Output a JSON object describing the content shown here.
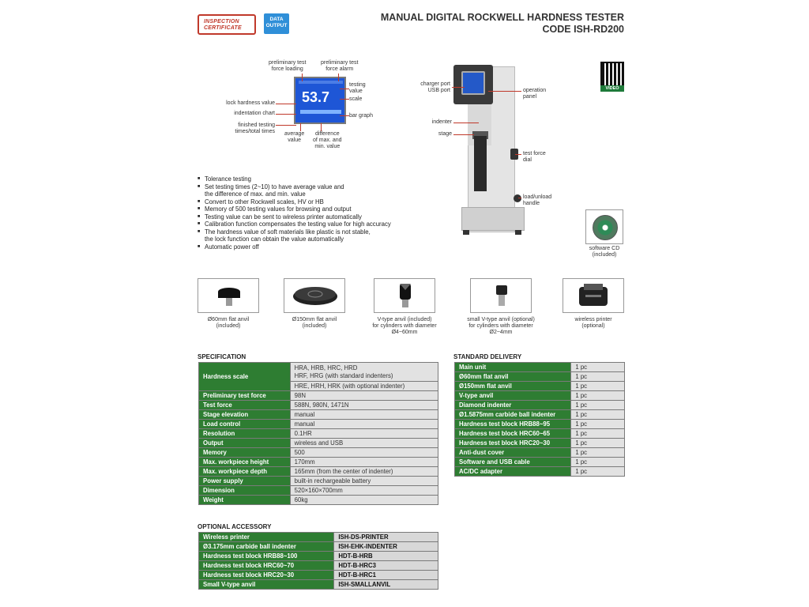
{
  "header": {
    "logo_line1": "INSPECTION",
    "logo_line2": "CERTIFICATE",
    "data_line1": "DATA",
    "data_line2": "OUTPUT",
    "title_line1": "MANUAL DIGITAL ROCKWELL HARDNESS TESTER",
    "title_line2": "CODE ISH-RD200"
  },
  "screen": {
    "value": "53.7",
    "labels": {
      "pre_loading_1": "preliminary test",
      "pre_loading_2": "force loading",
      "pre_alarm_1": "preliminary test",
      "pre_alarm_2": "force alarm",
      "testing_value_1": "testing",
      "testing_value_2": "value",
      "scale": "scale",
      "bar_graph": "bar graph",
      "lock_value": "lock hardness value",
      "indentation_chart": "indentation chart",
      "finished_1": "finished testing",
      "finished_2": "times/total times",
      "average_1": "average",
      "average_2": "value",
      "difference_1": "difference",
      "difference_2": "of max. and",
      "difference_3": "min. value"
    }
  },
  "machine": {
    "labels": {
      "charger_port": "charger port",
      "usb_port": "USB port",
      "operation_1": "operation",
      "operation_2": "panel",
      "indenter": "indenter",
      "stage": "stage",
      "dial_1": "test force",
      "dial_2": "dial",
      "handle_1": "load/unload",
      "handle_2": "handle"
    },
    "qr_tag": "VIDEO"
  },
  "features": [
    "Tolerance testing",
    "Set testing times (2~10) to have average value and",
    "the difference of max. and min. value",
    "Convert to other Rockwell scales, HV or HB",
    "Memory of 500 testing values for browsing and output",
    "Testing value can be sent to wireless printer automatically",
    "Calibration function compensates the testing value for high accuracy",
    "The hardness value of soft materials like plastic is not stable,",
    "the lock function can obtain the value automatically",
    "Automatic power off"
  ],
  "software_cd": {
    "line1": "software CD",
    "line2": "(included)"
  },
  "accessories": [
    {
      "line1": "Ø60mm flat anvil",
      "line2": "(included)",
      "line3": ""
    },
    {
      "line1": "Ø150mm flat anvil",
      "line2": "(included)",
      "line3": ""
    },
    {
      "line1": "V-type anvil (included)",
      "line2": "for cylinders with diameter",
      "line3": "Ø4~60mm"
    },
    {
      "line1": "small V-type anvil (optional)",
      "line2": "for cylinders with diameter",
      "line3": "Ø2~4mm"
    },
    {
      "line1": "wireless printer",
      "line2": "(optional)",
      "line3": ""
    }
  ],
  "specification": {
    "title": "SPECIFICATION",
    "hardness_scale": {
      "key": "Hardness scale",
      "v1": "HRA, HRB, HRC, HRD",
      "v2": "HRF, HRG (with standard indenters)",
      "v3": "HRE, HRH, HRK (with optional indenter)"
    },
    "rows": [
      {
        "key": "Preliminary test force",
        "value": "98N"
      },
      {
        "key": "Test force",
        "value": "588N, 980N, 1471N"
      },
      {
        "key": "Stage elevation",
        "value": "manual"
      },
      {
        "key": "Load control",
        "value": "manual"
      },
      {
        "key": "Resolution",
        "value": "0.1HR"
      },
      {
        "key": "Output",
        "value": "wireless and USB"
      },
      {
        "key": "Memory",
        "value": "500"
      },
      {
        "key": "Max. workpiece height",
        "value": "170mm"
      },
      {
        "key": "Max. workpiece depth",
        "value": "165mm (from the center of indenter)"
      },
      {
        "key": "Power supply",
        "value": "built-in rechargeable battery"
      },
      {
        "key": "Dimension",
        "value": "520×160×700mm"
      },
      {
        "key": "Weight",
        "value": "60kg"
      }
    ]
  },
  "delivery": {
    "title": "STANDARD DELIVERY",
    "rows": [
      {
        "key": "Main unit",
        "value": "1 pc"
      },
      {
        "key": "Ø60mm flat anvil",
        "value": "1 pc"
      },
      {
        "key": "Ø150mm flat anvil",
        "value": "1 pc"
      },
      {
        "key": "V-type anvil",
        "value": "1 pc"
      },
      {
        "key": "Diamond indenter",
        "value": "1 pc"
      },
      {
        "key": "Ø1.5875mm carbide ball indenter",
        "value": "1 pc"
      },
      {
        "key": "Hardness test block HRB88~95",
        "value": "1 pc"
      },
      {
        "key": "Hardness test block HRC60~65",
        "value": "1 pc"
      },
      {
        "key": "Hardness test block HRC20~30",
        "value": "1 pc"
      },
      {
        "key": "Anti-dust cover",
        "value": "1 pc"
      },
      {
        "key": "Software and USB cable",
        "value": "1 pc"
      },
      {
        "key": "AC/DC adapter",
        "value": "1 pc"
      }
    ]
  },
  "optional": {
    "title": "OPTIONAL ACCESSORY",
    "rows": [
      {
        "key": "Wireless printer",
        "value": "ISH-DS-PRINTER"
      },
      {
        "key": "Ø3.175mm carbide ball indenter",
        "value": "ISH-EHK-INDENTER"
      },
      {
        "key": "Hardness test block HRB88~100",
        "value": "HDT-B-HRB"
      },
      {
        "key": "Hardness test block HRC60~70",
        "value": "HDT-B-HRC3"
      },
      {
        "key": "Hardness test block HRC20~30",
        "value": "HDT-B-HRC1"
      },
      {
        "key": "Small V-type anvil",
        "value": "ISH-SMALLANVIL"
      }
    ]
  }
}
